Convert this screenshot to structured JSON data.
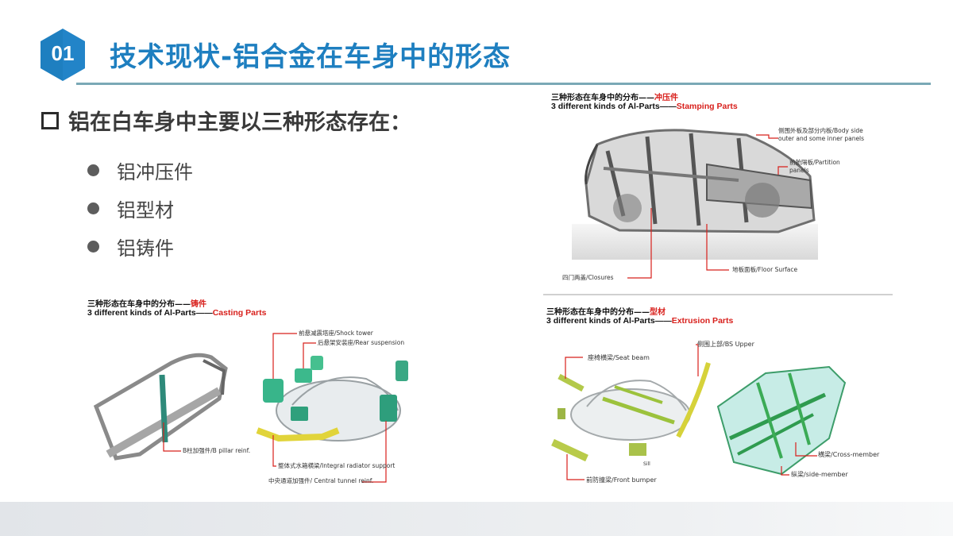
{
  "header": {
    "badge_number": "01",
    "title": "技术现状-铝合金在车身中的形态",
    "accent": "#1e7fc0"
  },
  "main": {
    "heading": "铝在白车身中主要以三种形态存在：",
    "bullets": [
      "铝冲压件",
      "铝型材",
      "铝铸件"
    ]
  },
  "figures": {
    "stamping": {
      "caption_cn_prefix": "三种形态在车身中的分布——",
      "caption_cn_highlight": "冲压件",
      "caption_en_prefix": "3 different kinds of Al-Parts——",
      "caption_en_highlight": "Stamping Parts",
      "labels": {
        "body_side": "侧围外板及部分内板/Body side outer and some inner panels",
        "partition": "前舱隔板/Partition panels",
        "floor": "地板面板/Floor Surface",
        "closures": "四门两盖/Closures"
      }
    },
    "casting": {
      "caption_cn_prefix": "三种形态在车身中的分布——",
      "caption_cn_highlight": "铸件",
      "caption_en_prefix": "3 different kinds of Al-Parts——",
      "caption_en_highlight": "Casting Parts",
      "labels": {
        "shock_tower": "前悬减震塔座/Shock tower",
        "rear_suspension": "后悬架安装座/Rear suspension",
        "b_pillar": "B柱加强件/B pillar reinf.",
        "radiator": "整体式水箱横梁/Integral radiator support",
        "tunnel": "中央通道加强件/ Central tunnel reinf."
      }
    },
    "extrusion": {
      "caption_cn_prefix": "三种形态在车身中的分布——",
      "caption_cn_highlight": "型材",
      "caption_en_prefix": "3 different kinds of Al-Parts——",
      "caption_en_highlight": "Extrusion Parts",
      "labels": {
        "seat_beam": "座椅横梁/Seat beam",
        "bs_upper": "侧围上部/BS Upper",
        "cross_member": "横梁/Cross-member",
        "side_member": "纵梁/side-member",
        "front_bumper": "前防撞梁/Front bumper",
        "sill": "Sill"
      }
    }
  }
}
